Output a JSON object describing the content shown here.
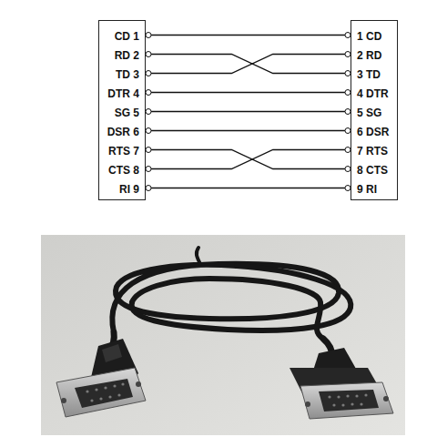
{
  "diagram": {
    "nodes": [
      {
        "text": []
      },
      {
        "text": [
          "CD 1"
        ],
        "in": 0
      },
      {
        "text": [
          "RD 2"
        ],
        "in": 0
      },
      {
        "text": [
          "TD 3"
        ],
        "in": 0
      },
      {
        "text": [
          "DTR 4"
        ],
        "in": 0
      },
      {
        "text": [
          "SG 5"
        ],
        "in": 0
      },
      {
        "text": [
          "DSR 6"
        ],
        "in": 0
      },
      {
        "text": [
          "RTS 7"
        ],
        "in": 0
      },
      {
        "text": [
          "CTS 8"
        ],
        "in": 0
      },
      {
        "text": [
          "RI 9"
        ],
        "in": 0
      },
      {
        "text": []
      },
      {
        "text": [
          "1 CD"
        ],
        "in": 10
      },
      {
        "text": [
          "2 RD"
        ],
        "in": 10
      },
      {
        "text": [
          "3 TD"
        ],
        "in": 10
      },
      {
        "text": [
          "4 DTR"
        ],
        "in": 10
      },
      {
        "text": [
          "5 SG"
        ],
        "in": 10
      },
      {
        "text": [
          "6 DSR"
        ],
        "in": 10
      },
      {
        "text": [
          "7 RTS"
        ],
        "in": 10
      },
      {
        "text": [
          "8 CTS"
        ],
        "in": 10
      },
      {
        "text": [
          "9 RI"
        ],
        "in": 10
      }
    ],
    "edges": [
      {
        "from": 1,
        "to": 11,
        "arrow": "none"
      },
      {
        "from": 2,
        "to": 13,
        "arrow": "none"
      },
      {
        "from": 3,
        "to": 12,
        "arrow": "none"
      },
      {
        "from": 4,
        "to": 14,
        "arrow": "none"
      },
      {
        "from": 5,
        "to": 15,
        "arrow": "none"
      },
      {
        "from": 6,
        "to": 16,
        "arrow": "none"
      },
      {
        "from": 7,
        "to": 18,
        "arrow": "none"
      },
      {
        "from": 8,
        "to": 17,
        "arrow": "none"
      },
      {
        "from": 9,
        "to": 19,
        "arrow": "none"
      }
    ]
  }
}
